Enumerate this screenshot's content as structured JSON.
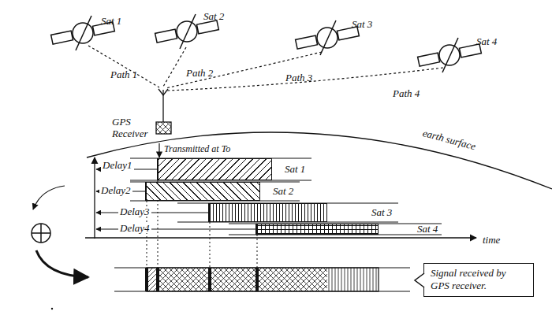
{
  "diagram": {
    "nodes": [
      {
        "text": [
          "Sat 1"
        ]
      },
      {
        "text": [
          "Sat 2"
        ]
      },
      {
        "text": [
          "Sat 3"
        ]
      },
      {
        "text": [
          "Sat 4"
        ]
      },
      {
        "text": [
          "Signal received by GPS receiver."
        ]
      }
    ],
    "labels": [
      "Sat 1",
      "Sat 2",
      "Sat 3",
      "Sat 4",
      "Path 1",
      "Path 2",
      "Path 3",
      "Path 4",
      "GPS Receiver",
      "Transmitted at To",
      "earth surface",
      "Delay1",
      "Delay2",
      "Delay3",
      "Delay4",
      "time"
    ]
  }
}
